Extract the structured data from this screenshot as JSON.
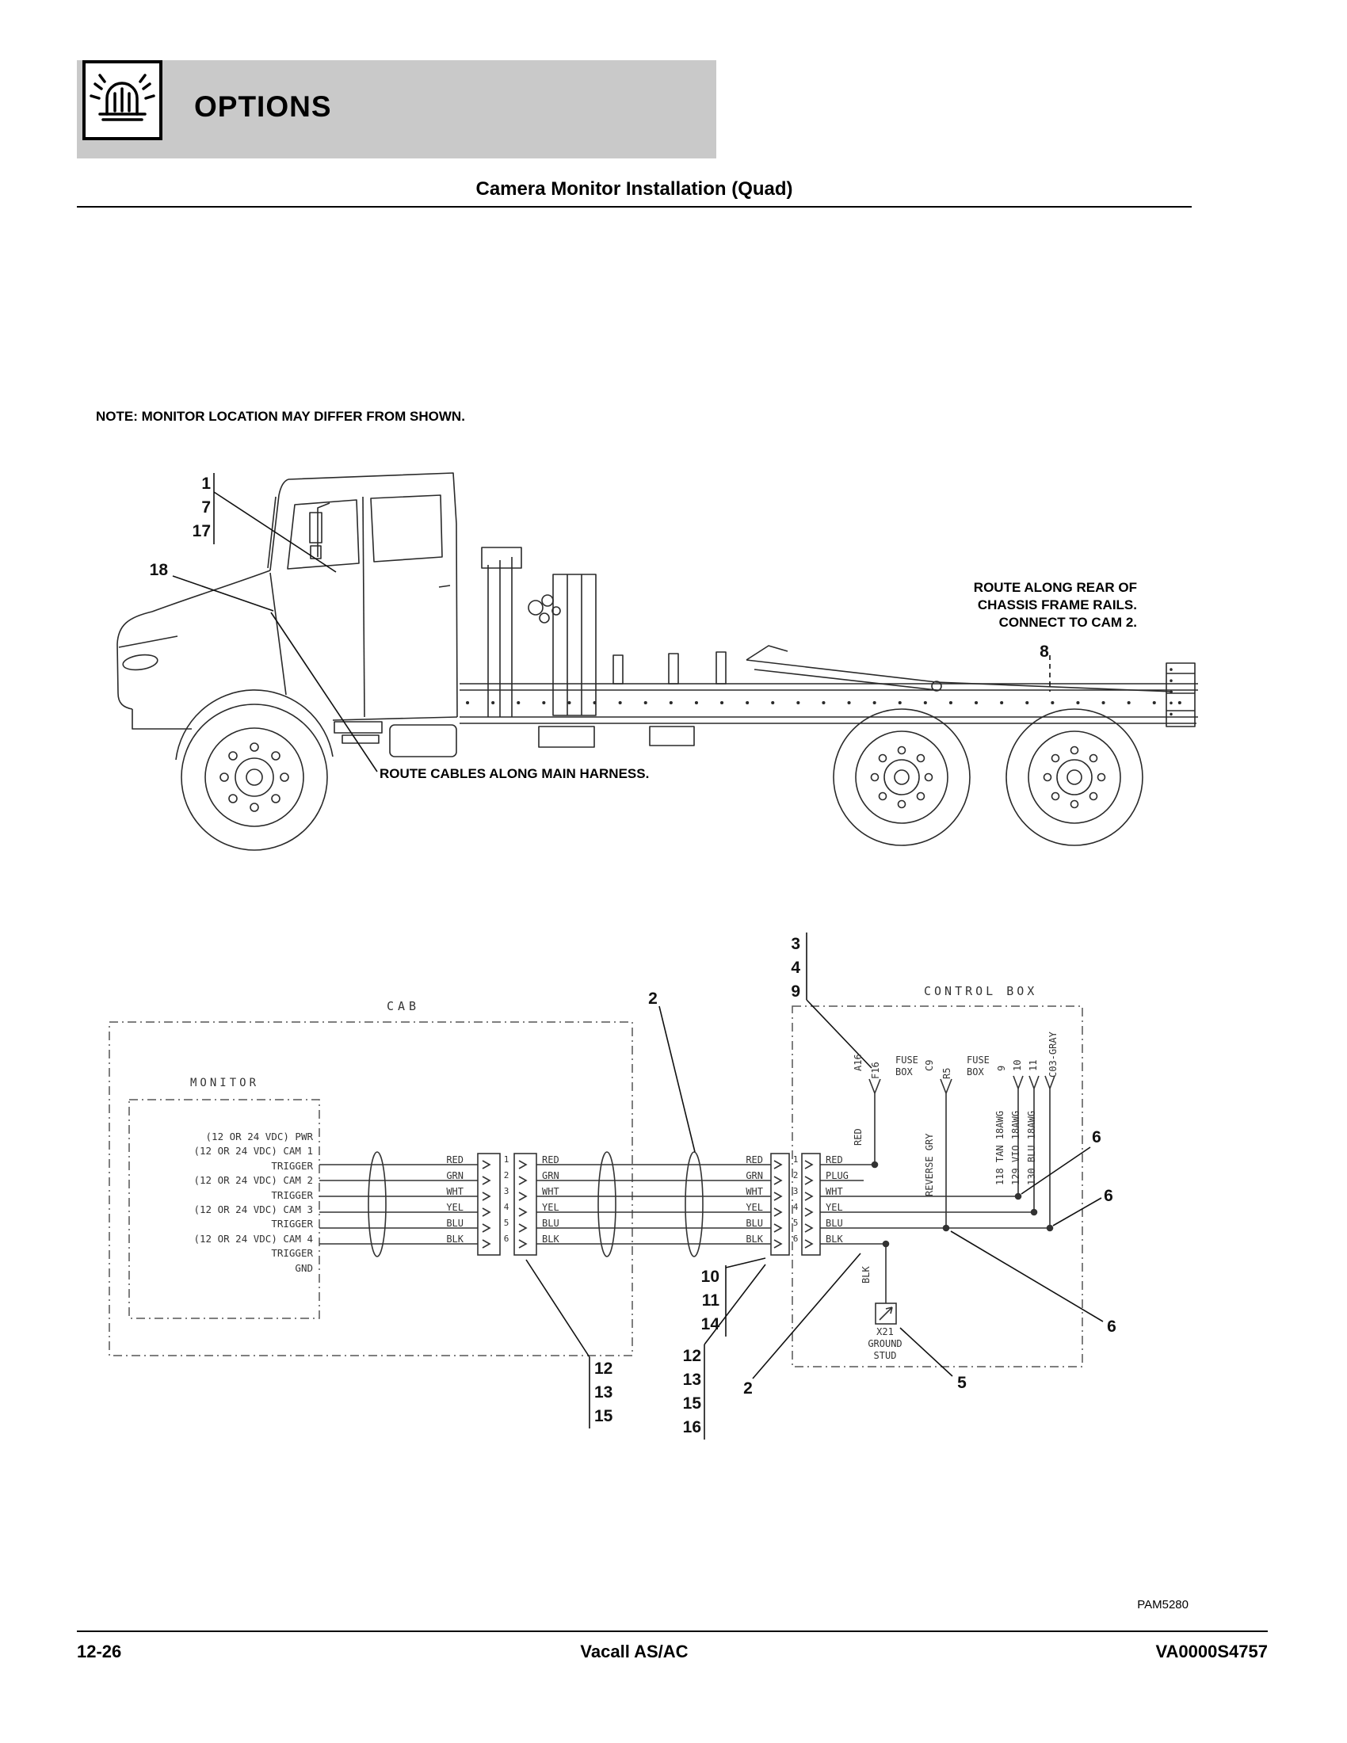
{
  "colors": {
    "banner_gray": "#c9c9c9",
    "line": "#333333"
  },
  "header": {
    "section_label": "OPTIONS",
    "icon": "beacon-light-icon"
  },
  "title": "Camera Monitor Installation (Quad)",
  "note": "NOTE: MONITOR LOCATION MAY DIFFER FROM SHOWN.",
  "truck": {
    "callouts_cab": [
      "1",
      "7",
      "17"
    ],
    "callout_18": "18",
    "callout_8": "8",
    "route_rear_lines": [
      "ROUTE ALONG REAR OF",
      "CHASSIS FRAME RAILS.",
      "CONNECT TO CAM 2."
    ],
    "route_main": "ROUTE CABLES ALONG MAIN HARNESS."
  },
  "wiring": {
    "cab_label": "CAB",
    "monitor_label": "MONITOR",
    "control_box_label": "CONTROL BOX",
    "monitor_pins": [
      "(12 OR 24 VDC) PWR",
      "(12 OR 24 VDC) CAM 1",
      "TRIGGER",
      "(12 OR 24 VDC) CAM 2",
      "TRIGGER",
      "(12 OR 24 VDC) CAM 3",
      "TRIGGER",
      "(12 OR 24 VDC) CAM 4",
      "TRIGGER",
      "GND"
    ],
    "wire_colors": [
      "RED",
      "GRN",
      "WHT",
      "YEL",
      "BLU",
      "BLK"
    ],
    "pin_numbers": [
      "1",
      "2",
      "3",
      "4",
      "5",
      "6"
    ],
    "control_wires": [
      "RED",
      "PLUG",
      "WHT",
      "YEL",
      "BLU",
      "BLK"
    ],
    "fuse1": {
      "ref": "A16",
      "code": "F16",
      "name_lines": [
        "FUSE",
        "BOX"
      ]
    },
    "fuse2": {
      "ref": "C9",
      "code": "R5",
      "name_lines": [
        "FUSE",
        "BOX"
      ]
    },
    "red_wire": "RED",
    "reverse_wire": "REVERSE GRY",
    "awg_wires": [
      "118 TAN 18AWG",
      "129 VIO 18AWG",
      "130 BLU 18AWG"
    ],
    "awg_pins": [
      "9",
      "10",
      "11"
    ],
    "connector_c03": "C03-GRAY",
    "blk_wire": "BLK",
    "ground": {
      "ref": "X21",
      "lines": [
        "GROUND",
        "STUD"
      ]
    },
    "callouts": {
      "top": [
        "3",
        "4",
        "9"
      ],
      "upper_2": "2",
      "mid": [
        "10",
        "11",
        "14"
      ],
      "left_stack": [
        "12",
        "13",
        "15"
      ],
      "right_stack": [
        "12",
        "13",
        "15",
        "16"
      ],
      "lower_2": "2",
      "five": "5",
      "six_a": "6",
      "six_b": "6",
      "six_c": "6"
    }
  },
  "footer": {
    "doc_code": "PAM5280",
    "page_number": "12-26",
    "product": "Vacall AS/AC",
    "manual_code": "VA0000S4757"
  }
}
